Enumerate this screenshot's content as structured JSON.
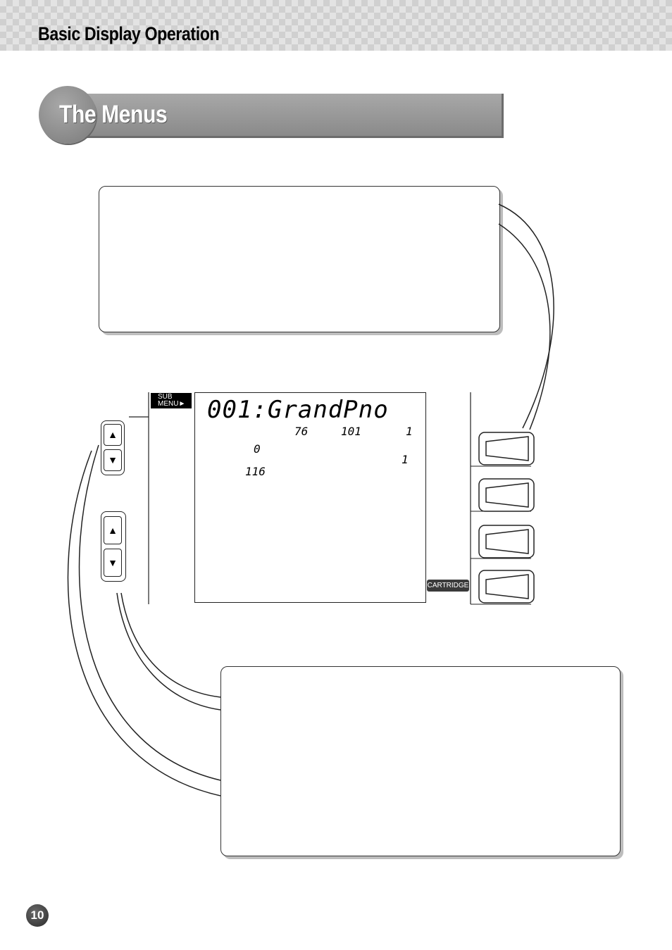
{
  "header": {
    "title": "Basic Display Operation"
  },
  "banner": {
    "title": "The Menus"
  },
  "display": {
    "voice_number": "001",
    "voice_name": "GrandPno",
    "sub_menu_label_1": "SUB",
    "sub_menu_label_2": "MENU►",
    "values": {
      "v1": "76",
      "v2": "101",
      "v3": "1",
      "transpose": "0",
      "tempo": "116",
      "right": "1"
    },
    "cartridge_label": "CARTRIDGE"
  },
  "arrows": {
    "up": "▲",
    "down": "▼"
  },
  "page_number": "10"
}
